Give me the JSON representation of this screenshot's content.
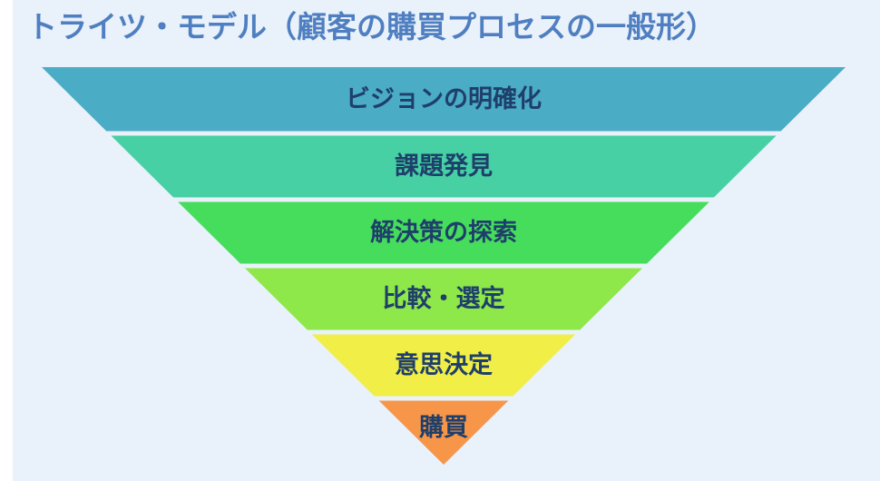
{
  "title": "トライツ・モデル（顧客の購買プロセスの一般形）",
  "colors": {
    "panel_bg": "#e9f1fb",
    "title": "#4f7fc0",
    "label": "#1f3f6b",
    "separator": "#f2f6fb"
  },
  "stages": [
    {
      "label": "ビジョンの明確化",
      "color": "#4aacc5"
    },
    {
      "label": "課題発見",
      "color": "#47d0a4"
    },
    {
      "label": "解決策の探索",
      "color": "#45dd5b"
    },
    {
      "label": "比較・選定",
      "color": "#8ee84a"
    },
    {
      "label": "意思決定",
      "color": "#f0ee47"
    },
    {
      "label": "購買",
      "color": "#f79649"
    }
  ]
}
